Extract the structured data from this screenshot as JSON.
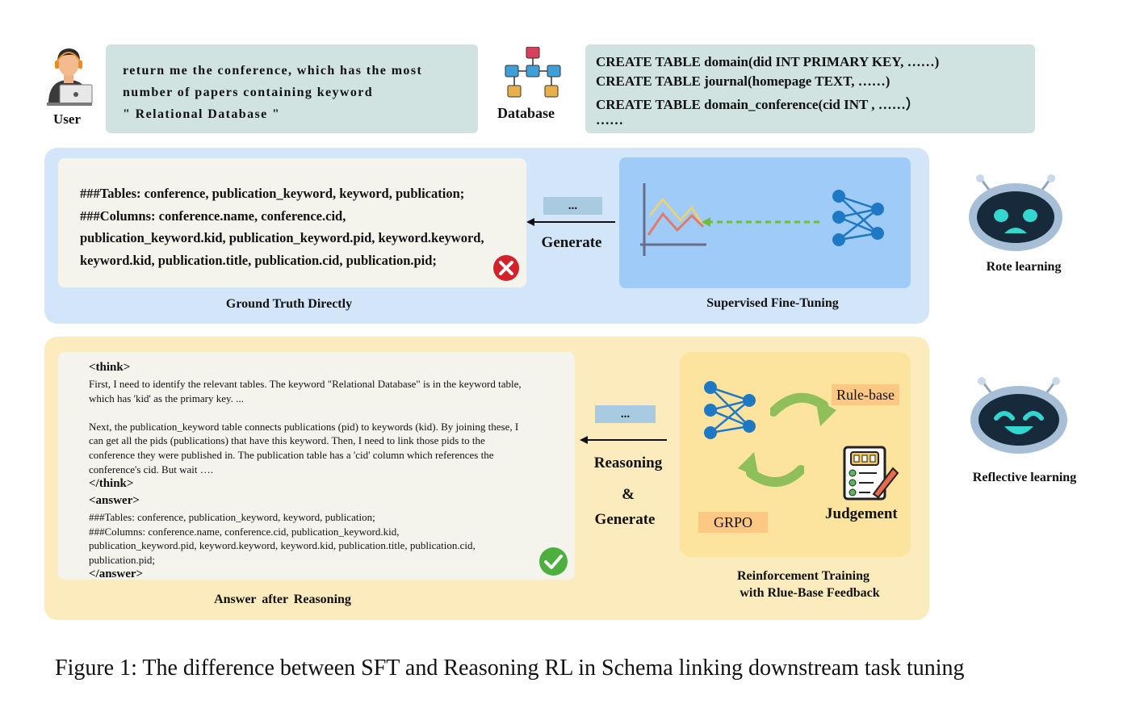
{
  "user": {
    "label": "User",
    "icon": "user-laptop-icon"
  },
  "query": {
    "lines": [
      "return me the conference, which has the most",
      "number of papers containing keyword",
      "\" Relational Database \""
    ]
  },
  "database": {
    "label": "Database",
    "icon": "database-schema-icon"
  },
  "schema": {
    "lines": [
      "CREATE TABLE domain(did INT PRIMARY KEY, ……)",
      "CREATE TABLE journal(homepage TEXT, ……)",
      "CREATE TABLE domain_conference(cid INT , ……）",
      "……"
    ]
  },
  "sft": {
    "answer_lines": [
      "###Tables: conference, publication_keyword, keyword, publication;",
      "###Columns: conference.name, conference.cid,",
      "publication_keyword.kid, publication_keyword.pid, keyword.keyword,",
      "keyword.kid, publication.title, publication.cid, publication.pid;"
    ],
    "answer_caption": "Ground Truth Directly",
    "arrow_dots": "...",
    "arrow_label": "Generate",
    "model_caption": "Supervised Fine-Tuning",
    "result_icon": "red-cross-icon",
    "robot_label": "Rote learning",
    "robot_icon": "sad-robot-icon"
  },
  "rl": {
    "think_open": "<think>",
    "think_lines": [
      "First, I need to identify the relevant tables. The keyword \"Relational Database\" is in the keyword table,",
      "which has 'kid' as the primary key. ..."
    ],
    "think_lines_2": [
      "Next, the publication_keyword table connects publications (pid) to keywords (kid). By joining these, I",
      "can get all the pids (publications) that have this keyword. Then, I need to link those pids to the",
      "conference they were published in. The publication table has a 'cid' column which references the",
      "conference's cid. But wait …."
    ],
    "think_close": "</think>",
    "answer_open": "<answer>",
    "answer_lines": [
      "###Tables: conference, publication_keyword, keyword, publication;",
      "###Columns: conference.name, conference.cid, publication_keyword.kid,",
      "publication_keyword.pid, keyword.keyword, keyword.kid, publication.title, publication.cid,",
      "publication.pid;"
    ],
    "answer_close": "</answer>",
    "answer_caption": "Answer after Reasoning",
    "arrow_dots": "...",
    "arrow_label_1": "Reasoning",
    "arrow_label_2": "&",
    "arrow_label_3": "Generate",
    "rule_base": "Rule-base",
    "grpo": "GRPO",
    "judgement": "Judgement",
    "model_caption_1": "Reinforcement Training",
    "model_caption_2": "with Rlue-Base Feedback",
    "result_icon": "green-check-icon",
    "robot_label": "Reflective learning",
    "robot_icon": "happy-robot-icon"
  },
  "caption": "Figure 1: The difference between SFT and Reasoning RL in Schema linking downstream task tuning"
}
